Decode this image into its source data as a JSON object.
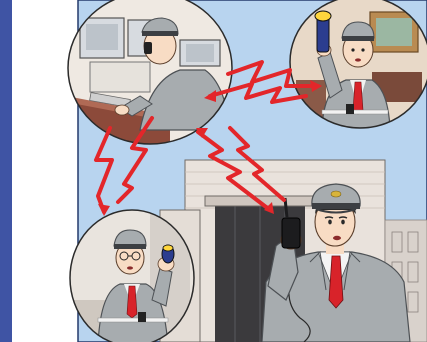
{
  "illustration": {
    "subject": "security-guard-radio-communication",
    "scenes": [
      {
        "key": "control-room",
        "uniform_color": "#a7acaf"
      },
      {
        "key": "lobby-flashlight",
        "uniform_color": "#a7acaf"
      },
      {
        "key": "walkie-talkie-patrol",
        "uniform_color": "#a7acaf"
      },
      {
        "key": "building-entrance",
        "uniform_color": "#a7acaf"
      }
    ]
  },
  "colors": {
    "frame_left": "#3f54a4",
    "sky": "#b8d4ef",
    "signal_arrows": "#e3262a",
    "uniform": "#a7acaf",
    "uniform_dark": "#8e9397",
    "tie": "#d8232a",
    "skin": "#f8dcc4"
  }
}
